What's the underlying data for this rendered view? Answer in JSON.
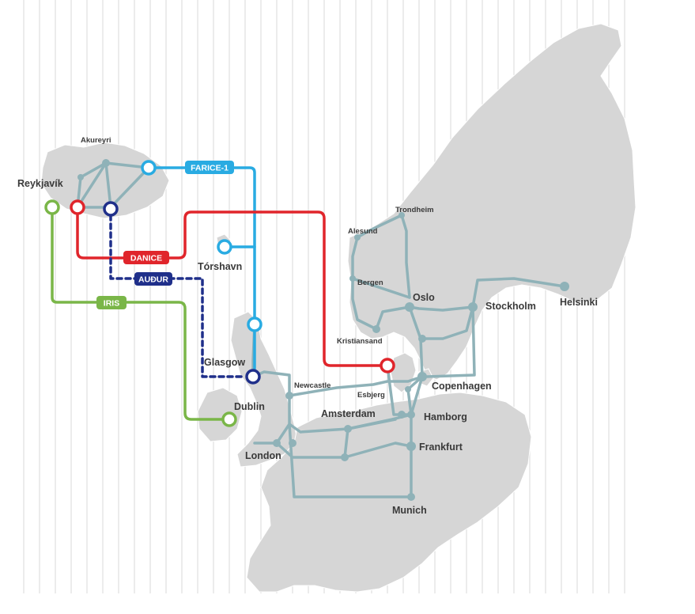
{
  "colors": {
    "land": "#d6d6d6",
    "land_border": "#ffffff",
    "gridline": "#d8d8d8",
    "terrestrial": "#8fb2b8",
    "farice": "#29abe2",
    "danice": "#e0252b",
    "audur": "#1f2f8a",
    "iris": "#7ab648"
  },
  "cables": {
    "farice": {
      "label": "FARICE-1"
    },
    "danice": {
      "label": "DANICE"
    },
    "audur": {
      "label": "AUÐUR"
    },
    "iris": {
      "label": "IRIS"
    }
  },
  "cities": {
    "akureyri": "Akureyri",
    "reykjavik": "Reykjavík",
    "torshavn": "Tórshavn",
    "trondheim": "Trondheim",
    "alesund": "Alesund",
    "bergen": "Bergen",
    "oslo": "Oslo",
    "stockholm": "Stockholm",
    "helsinki": "Helsinki",
    "kristiansand": "Kristiansand",
    "glasgow": "Glasgow",
    "newcastle": "Newcastle",
    "esbjerg": "Esbjerg",
    "copenhagen": "Copenhagen",
    "dublin": "Dublin",
    "amsterdam": "Amsterdam",
    "hamborg": "Hamborg",
    "frankfurt": "Frankfurt",
    "london": "London",
    "munich": "Munich"
  }
}
